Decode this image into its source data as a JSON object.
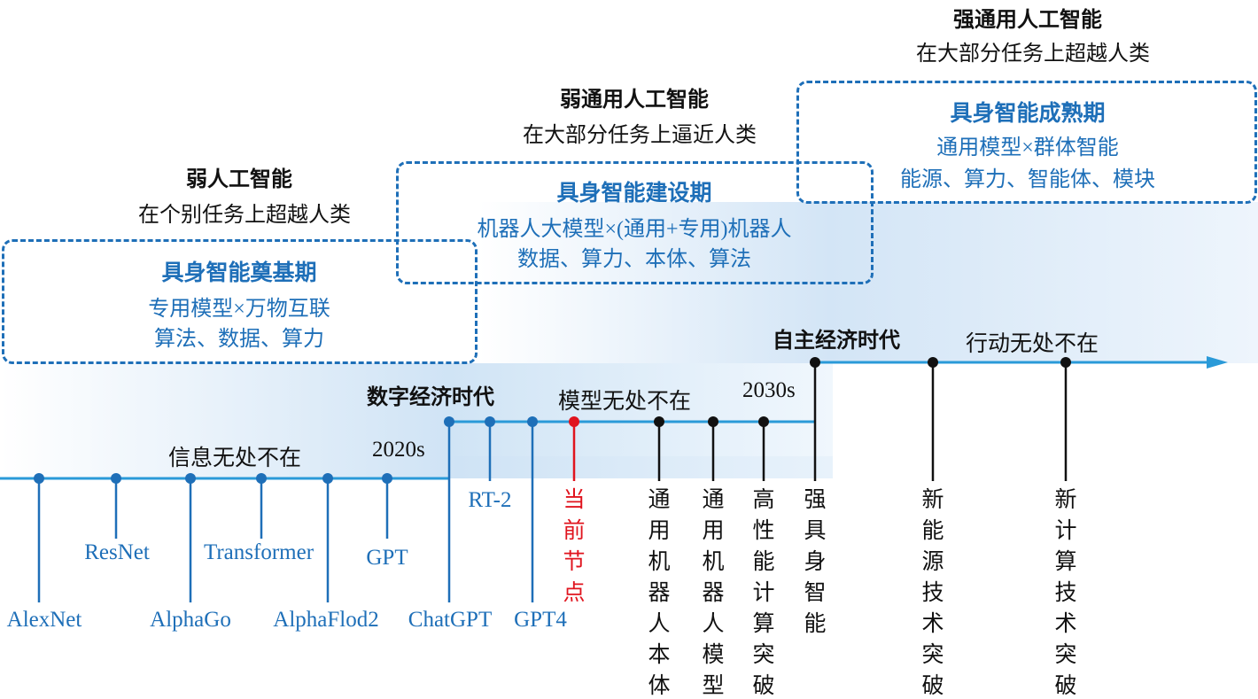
{
  "eras": [
    {
      "title": "弱人工智能",
      "subtitle": "在个别任务上超越人类"
    },
    {
      "title": "弱通用人工智能",
      "subtitle": "在大部分任务上逼近人类"
    },
    {
      "title": "强通用人工智能",
      "subtitle": "在大部分任务上超越人类"
    }
  ],
  "phases": [
    {
      "title": "具身智能奠基期",
      "line1": "专用模型×万物互联",
      "line2": "算法、数据、算力"
    },
    {
      "title": "具身智能建设期",
      "line1": "机器人大模型×(通用+专用)机器人",
      "line2": "数据、算力、本体、算法"
    },
    {
      "title": "具身智能成熟期",
      "line1": "通用模型×群体智能",
      "line2": "能源、算力、智能体、模块"
    }
  ],
  "stages": [
    {
      "slogan": "信息无处不在",
      "decade": "2020s"
    },
    {
      "name": "数字经济时代",
      "slogan": "模型无处不在",
      "decade": "2030s"
    },
    {
      "name": "自主经济时代",
      "slogan": "行动无处不在"
    }
  ],
  "milestones": {
    "level1": [
      "AlexNet",
      "ResNet",
      "AlphaGo",
      "Transformer",
      "AlphaFlod2",
      "GPT"
    ],
    "level2": [
      "ChatGPT",
      "RT-2",
      "GPT4"
    ],
    "current": "当前节点",
    "future": [
      "通用机器人本体",
      "通用机器人模型",
      "高性能计算突破",
      "强具身智能",
      "新能源技术突破",
      "新计算技术突破"
    ]
  },
  "colors": {
    "blue": "#1e6fb8",
    "line": "#2a9ad8",
    "red": "#e0141e",
    "black": "#111111"
  }
}
